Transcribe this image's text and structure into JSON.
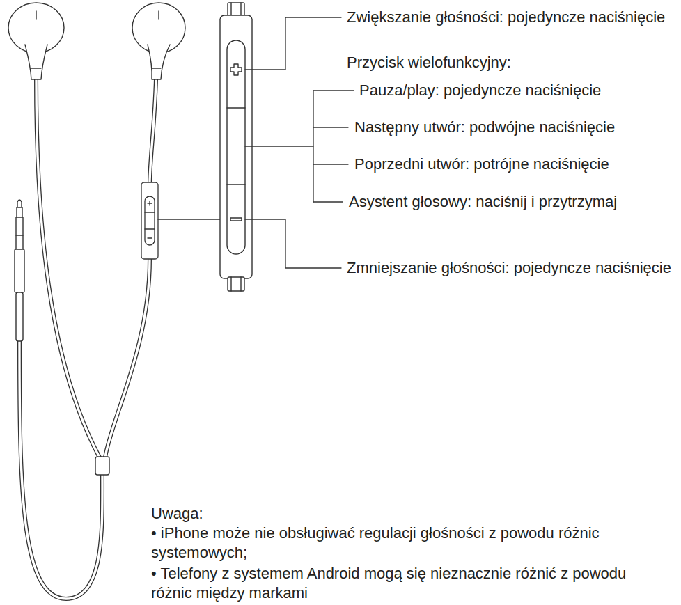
{
  "diagram": {
    "labels": [
      "Zwiększanie głośności: pojedyncze naciśnięcie",
      "Przycisk wielofunkcyjny:",
      "Pauza/play: pojedyncze naciśnięcie",
      "Następny utwór: podwójne naciśnięcie",
      "Poprzedni utwór: potrójne naciśnięcie",
      "Asystent głosowy: naciśnij i przytrzymaj",
      "Zmniejszanie głośności: pojedyncze naciśnięcie",
      "Uwaga:",
      "• iPhone może nie obsługiwać regulacji głośności z powodu różnic systemowych;",
      "• Telefony z systemem Android mogą się nieznacznie różnić z powodu różnic między markami"
    ]
  }
}
